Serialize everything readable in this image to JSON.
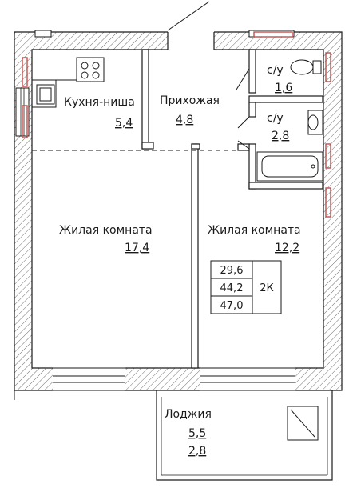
{
  "rooms": {
    "kitchen": {
      "label": "Кухня-ниша",
      "area": "5,4"
    },
    "hallway": {
      "label": "Прихожая",
      "area": "4,8"
    },
    "bathroom_1": {
      "label": "с/у",
      "area": "1,6"
    },
    "bathroom_2": {
      "label": "с/у",
      "area": "2,8"
    },
    "living_room_1": {
      "label": "Жилая комната",
      "area": "17,4"
    },
    "living_room_2": {
      "label": "Жилая комната",
      "area": "12,2"
    },
    "loggia": {
      "label": "Лоджия",
      "area": "5,5",
      "area_reduced": "2,8"
    }
  },
  "summary": {
    "living_area": "29,6",
    "total_area": "44,2",
    "total_with_loggia": "47,0",
    "type": "2К"
  },
  "colors": {
    "wall_hatch": "#3a3a3a",
    "line": "#1a1a1a",
    "radiator": "#c0504d"
  }
}
